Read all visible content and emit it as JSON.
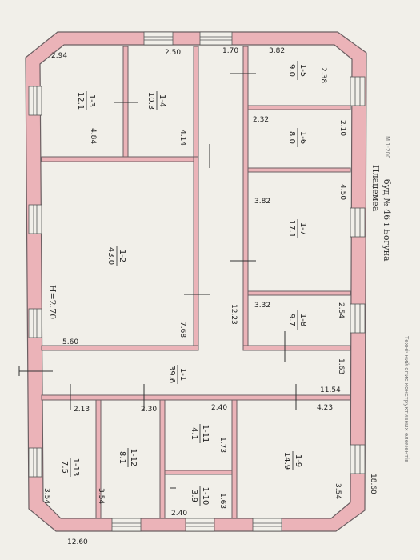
{
  "annotation": {
    "title": "Плаџемеа ",
    "address": "буд № 46 і Богуна",
    "scale": "М 1:200",
    "bureau": "Технічний опис конструктивних елементів"
  },
  "height_label": "H=2.70",
  "rooms": [
    {
      "id": "1-1",
      "area": "39.6"
    },
    {
      "id": "1-2",
      "area": "43.0"
    },
    {
      "id": "1-3",
      "area": "12.1"
    },
    {
      "id": "1-4",
      "area": "10.3"
    },
    {
      "id": "1-5",
      "area": "9.0"
    },
    {
      "id": "1-6",
      "area": "8.0"
    },
    {
      "id": "1-7",
      "area": "17.1"
    },
    {
      "id": "1-8",
      "area": "9.7"
    },
    {
      "id": "1-9",
      "area": "14.9"
    },
    {
      "id": "1-10",
      "area": "3.9"
    },
    {
      "id": "1-11",
      "area": "4.1"
    },
    {
      "id": "1-12",
      "area": "8.1"
    },
    {
      "id": "1-13",
      "area": "7.5"
    }
  ],
  "dimensions": {
    "d_2_94": "2.94",
    "d_2_50": "2.50",
    "d_1_70": "1.70",
    "d_3_82a": "3.82",
    "d_2_38": "2.38",
    "d_4_84": "4.84",
    "d_4_14": "4.14",
    "d_2_32": "2.32",
    "d_2_10": "2.10",
    "d_3_82b": "3.82",
    "d_4_50": "4.50",
    "d_3_32": "3.32",
    "d_2_54": "2.54",
    "d_7_68": "7.68",
    "d_12_23": "12.23",
    "d_5_60": "5.60",
    "d_1_63a": "1.63",
    "d_11_54": "11.54",
    "d_4_23": "4.23",
    "d_2_13": "2.13",
    "d_2_30": "2.30",
    "d_2_40a": "2.40",
    "d_1_73": "1.73",
    "d_1_63b": "1.63",
    "d_2_40b": "2.40",
    "d_3_54a": "3.54",
    "d_3_54b": "3.54",
    "d_3_54c": "3.54",
    "d_18_60": "18.60",
    "d_12_60": "12.60"
  }
}
